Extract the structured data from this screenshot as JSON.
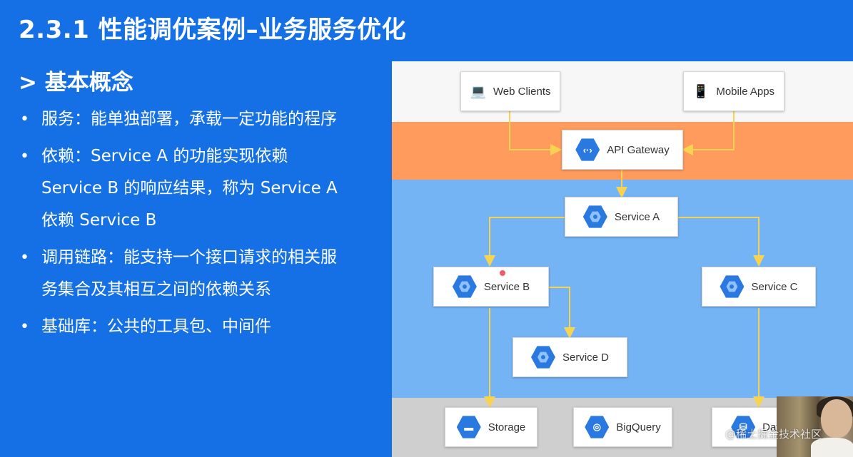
{
  "slide": {
    "title": "2.3.1 性能调优案例–业务服务优化",
    "section_heading": "> 基本概念",
    "bullets": [
      {
        "lines": [
          "服务：能单独部署，承载一定功能的程序"
        ]
      },
      {
        "lines": [
          "依赖：Service A 的功能实现依赖",
          "Service B 的响应结果，称为 Service A",
          "依赖 Service B"
        ]
      },
      {
        "lines": [
          "调用链路：能支持一个接口请求的相关服",
          "务集合及其相互之间的依赖关系"
        ]
      },
      {
        "lines": [
          "基础库：公共的工具包、中间件"
        ]
      }
    ]
  },
  "diagram": {
    "colors": {
      "clients_band": "#f7f7f7",
      "gateway_band": "#fe9b5d",
      "services_band": "#74b4f5",
      "storage_band": "#cfcfcf",
      "connector": "#f6d451",
      "hex_icon": "#2a79e0"
    },
    "clients": [
      {
        "label": "Web Clients",
        "icon": "laptop-icon"
      },
      {
        "label": "Mobile Apps",
        "icon": "phone-icon"
      }
    ],
    "gateway": {
      "label": "API Gateway",
      "icon": "api-icon"
    },
    "services": [
      {
        "label": "Service A",
        "icon": "service-hex-icon"
      },
      {
        "label": "Service B",
        "icon": "service-hex-icon"
      },
      {
        "label": "Service C",
        "icon": "service-hex-icon"
      },
      {
        "label": "Service D",
        "icon": "service-hex-icon"
      }
    ],
    "storage": [
      {
        "label": "Storage",
        "icon": "storage-hex-icon"
      },
      {
        "label": "BigQuery",
        "icon": "bigquery-hex-icon"
      },
      {
        "label": "Data",
        "icon": "database-hex-icon"
      }
    ]
  },
  "watermark": "@稀土掘金技术社区"
}
